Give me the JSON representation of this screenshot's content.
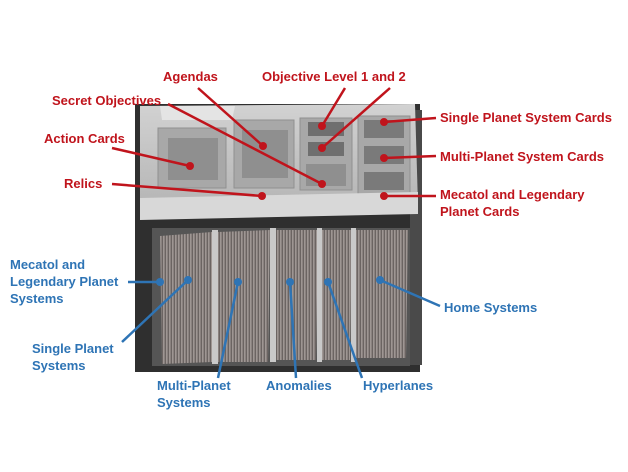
{
  "colors": {
    "card_label": "#c0141c",
    "system_label": "#2e74b5",
    "tray": "#bfbfbf",
    "box_wall": "#3c3c3c"
  },
  "photo": {
    "name": "game-box-insert-photo",
    "depicts": "card tray above rows of hex system tiles"
  },
  "card_labels": [
    {
      "id": "agendas",
      "lines": [
        "Agendas"
      ]
    },
    {
      "id": "objective-level",
      "lines": [
        "Objective Level 1 and 2"
      ]
    },
    {
      "id": "secret-objectives",
      "lines": [
        "Secret Objectives"
      ]
    },
    {
      "id": "action-cards",
      "lines": [
        "Action Cards"
      ]
    },
    {
      "id": "relics",
      "lines": [
        "Relics"
      ]
    },
    {
      "id": "single-planet-cards",
      "lines": [
        "Single Planet System Cards"
      ]
    },
    {
      "id": "multi-planet-cards",
      "lines": [
        "Multi-Planet System Cards"
      ]
    },
    {
      "id": "mecatol-cards",
      "lines": [
        "Mecatol and Legendary",
        "Planet Cards"
      ]
    }
  ],
  "system_labels": [
    {
      "id": "mecatol-systems",
      "lines": [
        "Mecatol and",
        "Legendary Planet",
        "Systems"
      ]
    },
    {
      "id": "single-planet-systems",
      "lines": [
        "Single Planet",
        "Systems"
      ]
    },
    {
      "id": "multi-planet-systems",
      "lines": [
        "Multi-Planet",
        "Systems"
      ]
    },
    {
      "id": "anomalies",
      "lines": [
        "Anomalies"
      ]
    },
    {
      "id": "hyperlanes",
      "lines": [
        "Hyperlanes"
      ]
    },
    {
      "id": "home-systems",
      "lines": [
        "Home Systems"
      ]
    }
  ]
}
